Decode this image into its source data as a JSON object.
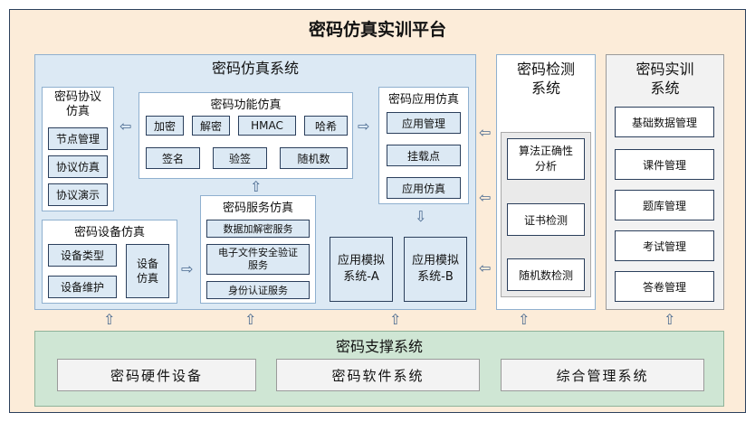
{
  "platform_title": "密码仿真实训平台",
  "sim": {
    "title": "密码仿真系统",
    "protocol": {
      "title": "密码协议\n仿真",
      "items": [
        "节点管理",
        "协议仿真",
        "协议演示"
      ]
    },
    "func": {
      "title": "密码功能仿真",
      "row1": [
        "加密",
        "解密",
        "HMAC",
        "哈希"
      ],
      "row2": [
        "签名",
        "验签",
        "随机数"
      ]
    },
    "app": {
      "title": "密码应用仿真",
      "items": [
        "应用管理",
        "挂载点",
        "应用仿真"
      ]
    },
    "device": {
      "title": "密码设备仿真",
      "items": [
        "设备类型",
        "设备维护"
      ],
      "side": "设备\n仿真"
    },
    "service": {
      "title": "密码服务仿真",
      "items": [
        "数据加解密服务",
        "电子文件安全验证\n服务",
        "身份认证服务"
      ]
    },
    "sim_a": "应用模拟\n系统-A",
    "sim_b": "应用模拟\n系统-B"
  },
  "detect": {
    "title": "密码检测\n系统",
    "items": [
      "算法正确性\n分析",
      "证书检测",
      "随机数检测"
    ]
  },
  "train": {
    "title": "密码实训\n系统",
    "items": [
      "基础数据管理",
      "课件管理",
      "题库管理",
      "考试管理",
      "答卷管理"
    ]
  },
  "support": {
    "title": "密码支撑系统",
    "items": [
      "密码硬件设备",
      "密码软件系统",
      "综合管理系统"
    ]
  }
}
